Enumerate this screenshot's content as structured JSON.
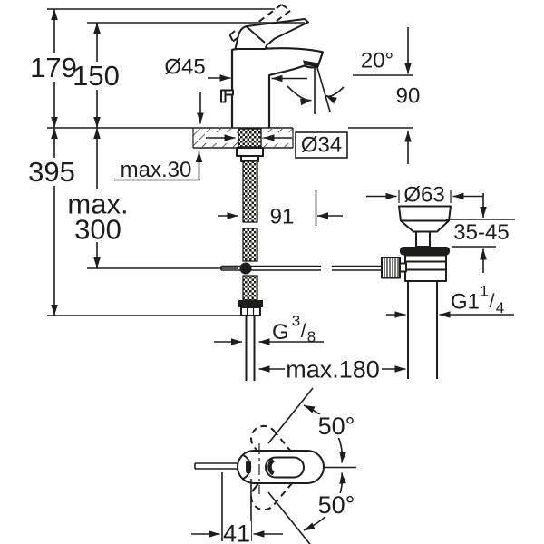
{
  "drawing": {
    "kind": "technical-dimension-drawing",
    "colors": {
      "line": "#1d1d1b",
      "background": "#ffffff"
    },
    "dims": {
      "d179": "179",
      "d150": "150",
      "d395": "395",
      "max300_1": "max.",
      "max300_2": "300",
      "dia45": "Ø45",
      "angle20": "20°",
      "d90": "90",
      "dia34": "Ø34",
      "max30": "max.30",
      "d91": "91",
      "dia63": "Ø63",
      "d3545": "35-45",
      "g114_main": "G1",
      "g114_sup": "1",
      "g114_slash": "/",
      "g114_sub": "4",
      "g38_main": "G",
      "g38_sup": "3",
      "g38_slash": "/",
      "g38_sub": "8",
      "max180": "max.180",
      "a50_top": "50°",
      "a50_bottom": "50°",
      "d41": "41"
    }
  }
}
